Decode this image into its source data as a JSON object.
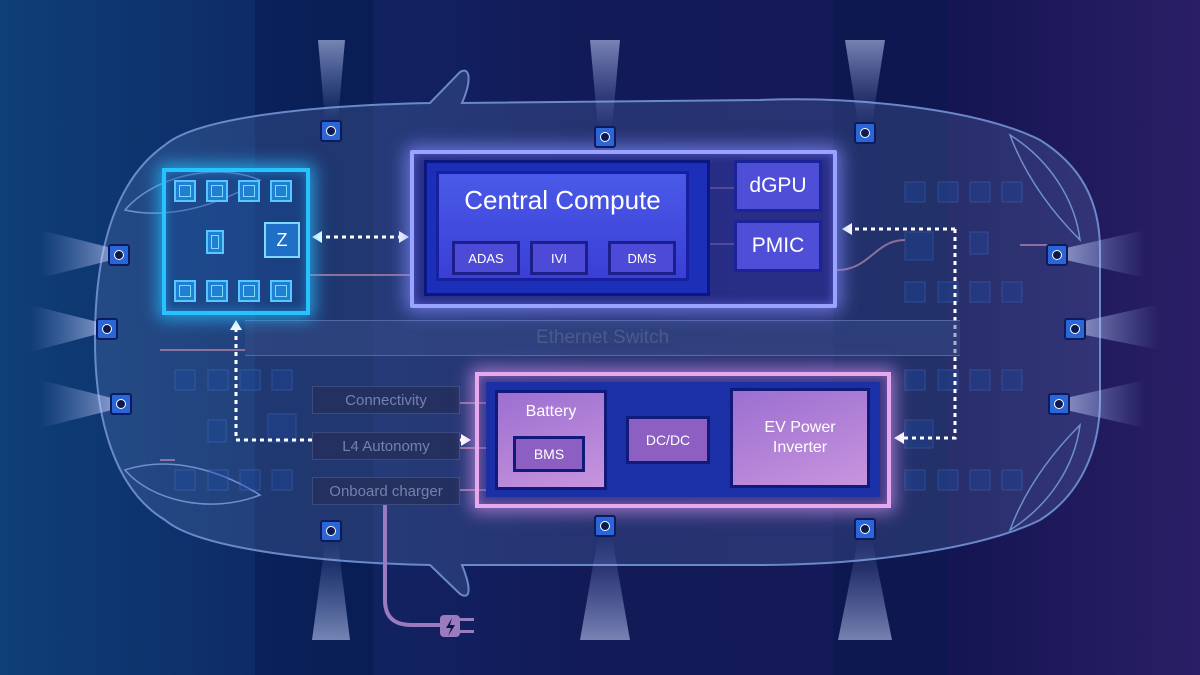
{
  "central": {
    "title": "Central Compute",
    "chips": [
      "ADAS",
      "IVI",
      "DMS"
    ],
    "side_chips": [
      "dGPU",
      "PMIC"
    ]
  },
  "zone": {
    "chip_label": "Z"
  },
  "network": {
    "switch_label": "Ethernet Switch"
  },
  "peripherals": [
    "Connectivity",
    "L4 Autonomy",
    "Onboard charger"
  ],
  "power": {
    "battery": "Battery",
    "bms": "BMS",
    "dcdc": "DC/DC",
    "inverter": "EV Power Inverter"
  },
  "colors": {
    "background": "#0c1445",
    "zone_accent": "#27c3ff",
    "compute_accent": "#9aa4ff",
    "power_accent": "#e6a8ee"
  },
  "icons": [
    "camera-sensor-icon",
    "plug-icon"
  ]
}
